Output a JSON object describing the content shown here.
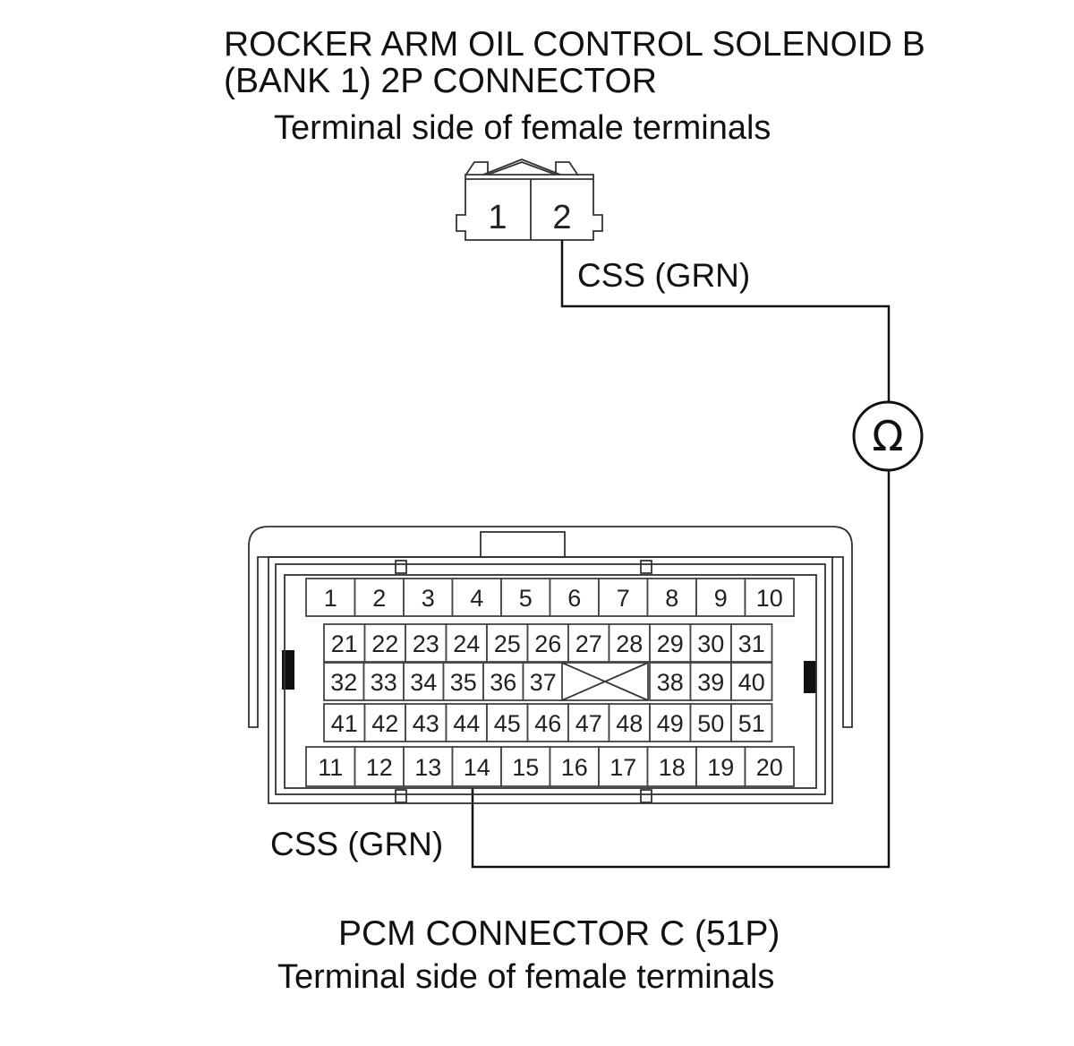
{
  "solenoid_connector": {
    "title_line1": "ROCKER ARM OIL CONTROL SOLENOID B",
    "title_line2": "(BANK 1) 2P CONNECTOR",
    "subtitle": "Terminal side of female terminals",
    "pins": [
      "1",
      "2"
    ]
  },
  "wire_top": {
    "label": "CSS (GRN)"
  },
  "meter": {
    "symbol": "Ω",
    "icon": "ohmmeter-icon"
  },
  "wire_bottom": {
    "label": "CSS (GRN)"
  },
  "pcm_connector": {
    "title": "PCM CONNECTOR C (51P)",
    "subtitle": "Terminal side of female terminals",
    "row1": [
      "1",
      "2",
      "3",
      "4",
      "5",
      "6",
      "7",
      "8",
      "9",
      "10"
    ],
    "row2": [
      "21",
      "22",
      "23",
      "24",
      "25",
      "26",
      "27",
      "28",
      "29",
      "30",
      "31"
    ],
    "row3_left": [
      "32",
      "33",
      "34",
      "35",
      "36",
      "37"
    ],
    "row3_right": [
      "38",
      "39",
      "40"
    ],
    "row4": [
      "41",
      "42",
      "43",
      "44",
      "45",
      "46",
      "47",
      "48",
      "49",
      "50",
      "51"
    ],
    "row5": [
      "11",
      "12",
      "13",
      "14",
      "15",
      "16",
      "17",
      "18",
      "19",
      "20"
    ]
  }
}
